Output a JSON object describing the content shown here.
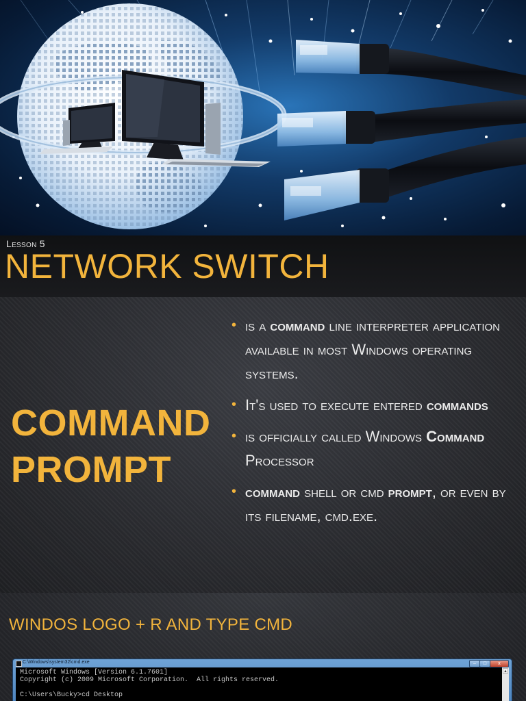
{
  "header": {
    "lesson": "Lesson 5",
    "title": "NETWORK SWITCH"
  },
  "main": {
    "heading_line1": "COMMAND",
    "heading_line2": "PROMPT",
    "bullets": [
      {
        "parts": [
          {
            "text": "is a ",
            "bold": false
          },
          {
            "text": "command",
            "bold": true
          },
          {
            "text": " line interpreter application available in most Windows operating systems.",
            "bold": false
          }
        ]
      },
      {
        "parts": [
          {
            "text": "It's used to execute entered ",
            "bold": false
          },
          {
            "text": "commands",
            "bold": true
          }
        ]
      },
      {
        "parts": [
          {
            "text": "is officially called Windows ",
            "bold": false
          },
          {
            "text": "Command",
            "bold": true
          },
          {
            "text": " Processor",
            "bold": false
          }
        ]
      },
      {
        "parts": [
          {
            "text": "command",
            "bold": true
          },
          {
            "text": " shell or cmd ",
            "bold": false
          },
          {
            "text": "prompt",
            "bold": true
          },
          {
            "text": ", or even by its filename, cmd.exe.",
            "bold": false
          }
        ]
      }
    ]
  },
  "bottom": {
    "heading": "WINDOS LOGO + R AND TYPE CMD"
  },
  "cmd": {
    "title": "C:\\Windows\\system32\\cmd.exe",
    "line1": "Microsoft Windows [Version 6.1.7601]",
    "line2": "Copyright (c) 2009 Microsoft Corporation.  All rights reserved.",
    "line3": "",
    "line4": "C:\\Users\\Bucky>cd Desktop",
    "btn_min": "–",
    "btn_max": "□",
    "btn_close": "x",
    "scroll_up": "▲"
  },
  "colors": {
    "accent": "#f2b43c",
    "text": "#ececec",
    "background": "#2a2b2f",
    "hero_blue": "#1d5a9a"
  },
  "icons": [
    "globe-image",
    "computer-icon",
    "ethernet-cable-image",
    "cmd-window-icon"
  ]
}
